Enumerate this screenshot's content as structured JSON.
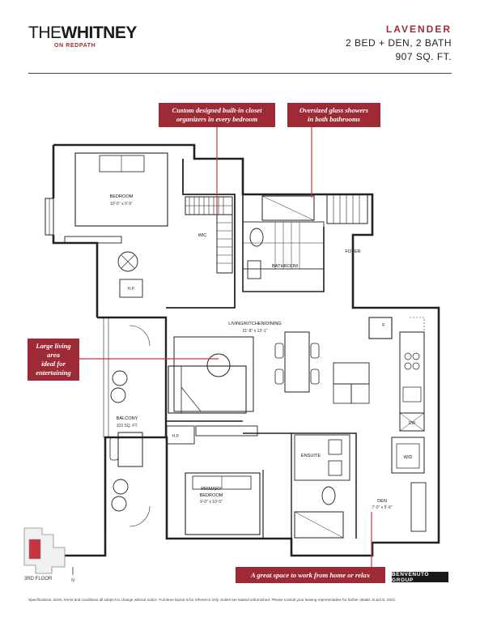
{
  "brand": {
    "logo_thin": "THE",
    "logo_bold": "WHITNEY",
    "logo_sub": "ON REDPATH",
    "developer": "BENVENUTO GROUP"
  },
  "suite": {
    "name": "LAVENDER",
    "type": "2 BED + DEN, 2 BATH",
    "area": "907 SQ. FT."
  },
  "callouts": {
    "closets": [
      "Custom designed built-in closet",
      "organizers in every bedroom"
    ],
    "showers": [
      "Oversized glass showers",
      "in both bathrooms"
    ],
    "living": [
      "Large living",
      "area",
      "ideal for",
      "entertaining"
    ],
    "den": "A great space to work from home or relax"
  },
  "rooms": {
    "bedroom": {
      "name": "BEDROOM",
      "dim": "10'-5\" x 9'-5\""
    },
    "wic": {
      "name": "WIC"
    },
    "bathroom": {
      "name": "BATHROOM"
    },
    "foyer": {
      "name": "FOYER"
    },
    "hp_top": {
      "name": "H.P."
    },
    "living": {
      "name": "LIVING/KITCHEN/DINING",
      "dim": "21'-8\" x 13'-1\""
    },
    "fridge": {
      "name": "F"
    },
    "dw": {
      "name": "DW"
    },
    "wd": {
      "name": "W/D"
    },
    "balcony": {
      "name": "BALCONY",
      "dim": "103 SQ. FT."
    },
    "hp_bottom": {
      "name": "H.P."
    },
    "ensuite": {
      "name": "ENSUITE"
    },
    "primary": {
      "name": "PRIMARY",
      "name2": "BEDROOM",
      "dim": "9'-0\" x 10'-5\""
    },
    "den": {
      "name": "DEN",
      "dim": "7'-0\" x 5'-6\""
    }
  },
  "key_plan": {
    "floor": "3RD FLOOR",
    "north": "N"
  },
  "disclaimer": "Specifications, sizes, terms and conditions all subject to change without notice. Furniture layout is for reference only. Suites are leased unfurnished. Please consult your leasing representative for further details. E.&O.E. 2021.",
  "colors": {
    "accent": "#9e2a35",
    "ink": "#1a1a1a",
    "highlight": "#c5343f"
  }
}
